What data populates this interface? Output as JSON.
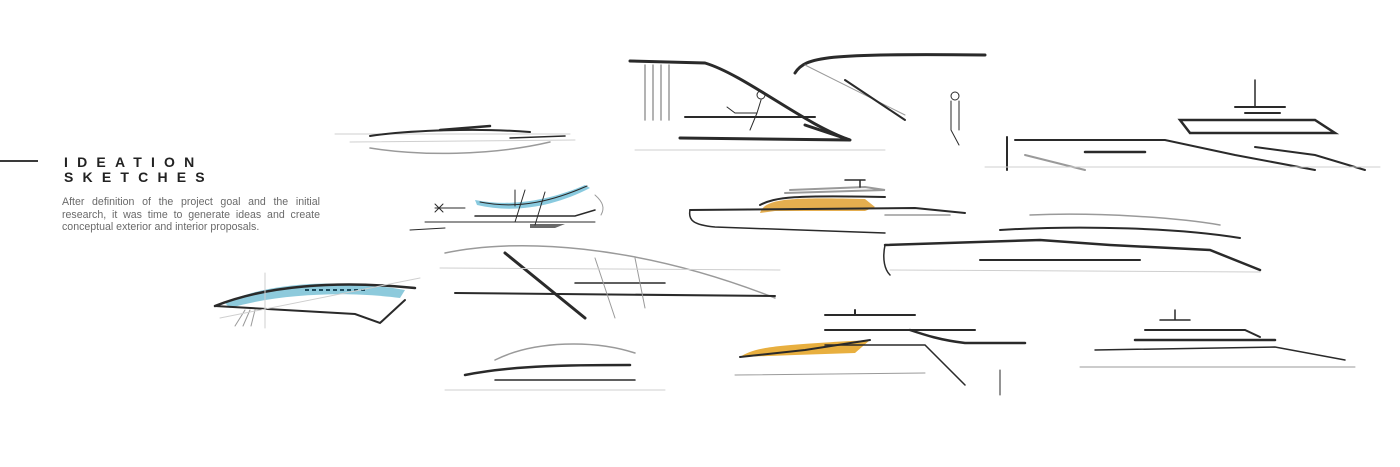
{
  "section": {
    "title_line1": "IDEATION",
    "title_line2": "SKETCHES",
    "description": "After definition of the project goal and the initial research, it was time to generate ideas and create conceptual exterior and interior proposals."
  },
  "sketches": [
    {
      "id": "sketch-yacht-low-profile",
      "accent": "#2a2a2a"
    },
    {
      "id": "sketch-interior-deck-with-figures",
      "accent": "#2a2a2a"
    },
    {
      "id": "sketch-superyacht-side-profile",
      "accent": "#2a2a2a"
    },
    {
      "id": "sketch-yacht-blue-canopy",
      "accent": "#3aa7c9"
    },
    {
      "id": "sketch-yacht-orange-band",
      "accent": "#e0a030"
    },
    {
      "id": "sketch-yacht-swept-hull",
      "accent": "#2a2a2a"
    },
    {
      "id": "sketch-glass-canopy-blue",
      "accent": "#2f9fc0"
    },
    {
      "id": "sketch-yacht-cross-structure",
      "accent": "#2a2a2a"
    },
    {
      "id": "sketch-yacht-bow-detail",
      "accent": "#2a2a2a"
    },
    {
      "id": "sketch-yacht-yellow-deck",
      "accent": "#e6a62a"
    },
    {
      "id": "sketch-yacht-small-profile",
      "accent": "#2a2a2a"
    }
  ]
}
